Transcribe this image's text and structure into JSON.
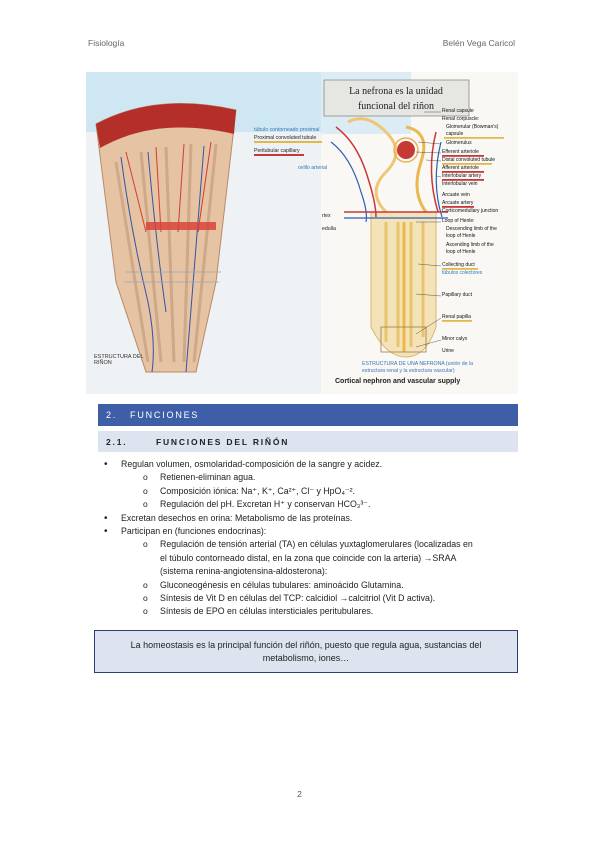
{
  "header": {
    "left": "Fisiología",
    "right": "Belén Vega Caricol"
  },
  "figure": {
    "title_line1": "La nefrona es la unidad",
    "title_line2": "funcional del riñon",
    "left_caption_1": "ESTRUCTURA DEL",
    "left_caption_2": "RIÑON",
    "annot_tcp": "túbulo contorneado proximal",
    "annot_pct": "Proximal convoluted tubule",
    "annot_pc": "Peritubular capillary",
    "annot_ovillo": "ovillo arterial",
    "annot_cortex": "rtex",
    "annot_medulla": "edulla",
    "labels": [
      "Renal capsule",
      "Renal corpuscle:",
      "Glomerular (Bowman's)",
      "capsule",
      "Glomerulus",
      "Efferent arteriole",
      "Distal convoluted tubule",
      "Afferent arteriole",
      "Interlobular artery",
      "Interlobular vein",
      "Arcuate vein",
      "Arcuate artery",
      "Corticomedullary junction",
      "Loop of Henle:",
      "Descending limb of the",
      "loop of Henle",
      "Ascending limb of the",
      "loop of Henle",
      "Collecting duct",
      "túbulos colectores",
      "Papillary duct",
      "Renal papilla",
      "Minor calyx",
      "Urine"
    ],
    "bottom_caption_1": "ESTRUCTURA DE UNA NEFRONA (unión de la",
    "bottom_caption_2": "estructura renal y la estructura vascular)",
    "bottom_title": "Cortical nephron and vascular supply"
  },
  "section2": {
    "number": "2.",
    "title": "FUNCIONES"
  },
  "section21": {
    "number": "2.1.",
    "title": "FUNCIONES DEL RIÑÓN"
  },
  "items": {
    "b1": "Regulan volumen, osmolaridad-composición de la sangre y acidez.",
    "b1_s1": "Retienen-eliminan agua.",
    "b1_s2": "Composición iónica: Na⁺, K⁺, Ca²⁺, Cl⁻ y HpO₄⁻².",
    "b1_s3": "Regulación del pH. Excretan H⁺ y conservan HCO₃³⁻.",
    "b2": "Excretan desechos en orina: Metabolismo de las proteínas.",
    "b3": "Participan en (funciones endocrinas):",
    "b3_s1a": "Regulación de tensión arterial (TA) en células yuxtaglomerulares (localizadas en",
    "b3_s1b": "el túbulo contorneado distal, en la zona que coincide con la arteria) →SRAA",
    "b3_s1c": "(sistema renina-angiotensina-aldosterona):",
    "b3_s2": "Gluconeogénesis en células tubulares: aminoácido Glutamina.",
    "b3_s3": "Síntesis de Vit D en células del TCP: calcidiol →calcitriol (Vit D activa).",
    "b3_s4": "Síntesis de EPO en células intersticiales peritubulares."
  },
  "callout": {
    "line1": "La homeostasis es la principal función del riñón, puesto que regula agua, sustancias del",
    "line2": "metabolismo, iones…"
  },
  "page_number": "2"
}
